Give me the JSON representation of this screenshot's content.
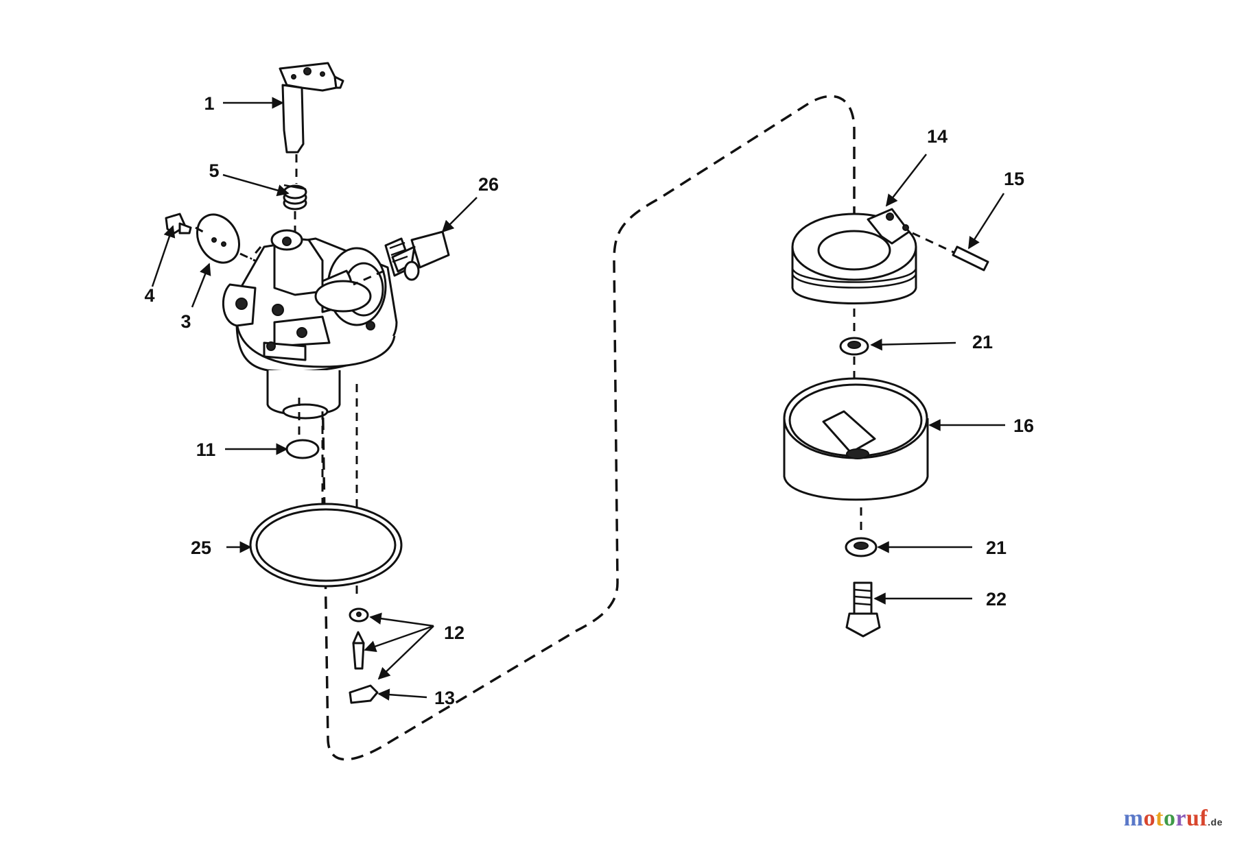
{
  "diagram": {
    "callouts": {
      "c1": "1",
      "c3": "3",
      "c4": "4",
      "c5": "5",
      "c11": "11",
      "c12": "12",
      "c13": "13",
      "c14": "14",
      "c15": "15",
      "c16": "16",
      "c21a": "21",
      "c21b": "21",
      "c22": "22",
      "c25": "25",
      "c26": "26"
    },
    "colors": {
      "ink": "#111111",
      "paper": "#ffffff"
    }
  },
  "watermark": {
    "text_parts": [
      "m",
      "o",
      "t",
      "o",
      "r",
      "uf"
    ],
    "tld": ".de",
    "colors": [
      "#5a78c8",
      "#d8462e",
      "#e8a21f",
      "#3f9a48",
      "#8a5bb8",
      "#d8462e"
    ]
  }
}
